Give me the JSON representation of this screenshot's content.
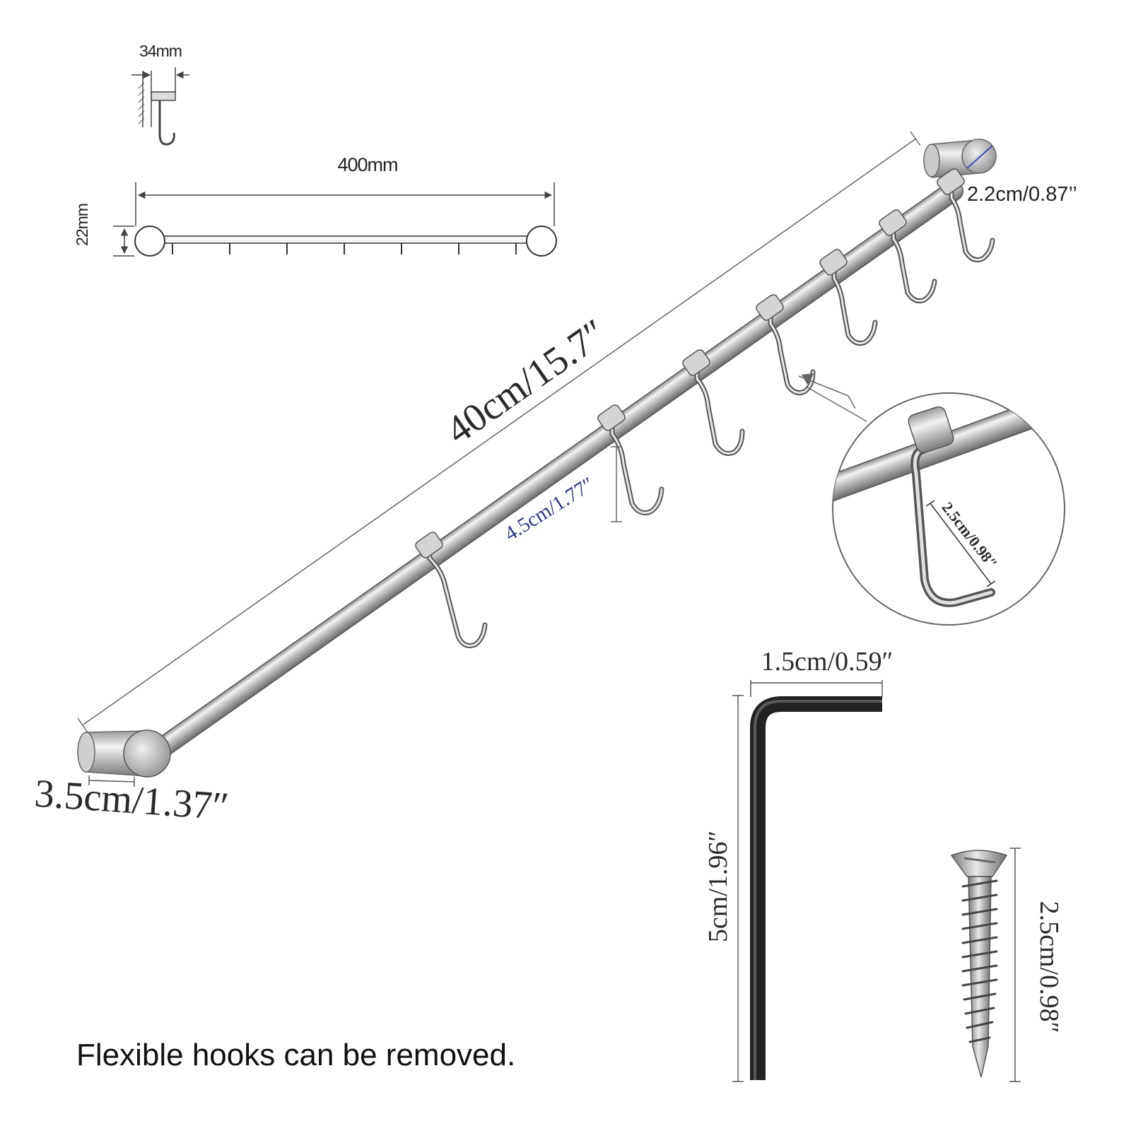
{
  "colors": {
    "steel": "#bdbdbd",
    "dim_line": "#555555",
    "accent_blue": "#2b3a8a",
    "text": "#222222"
  },
  "top_view": {
    "depth_label": "34mm",
    "length_label": "400mm",
    "height_label": "22mm"
  },
  "main": {
    "length_label": "40cm/15.7″",
    "end_diameter_label": "2.2cm/0.87’’",
    "base_label": "3.5cm/1.37″",
    "hook_drop_label": "4.5cm/1.77″"
  },
  "detail": {
    "hook_width_label": "2.5cm/0.98″"
  },
  "wrench": {
    "short_arm_label": "1.5cm/0.59″",
    "long_arm_label": "5cm/1.96″"
  },
  "screw": {
    "length_label": "2.5cm/0.98″"
  },
  "caption": "Flexible hooks can be removed."
}
